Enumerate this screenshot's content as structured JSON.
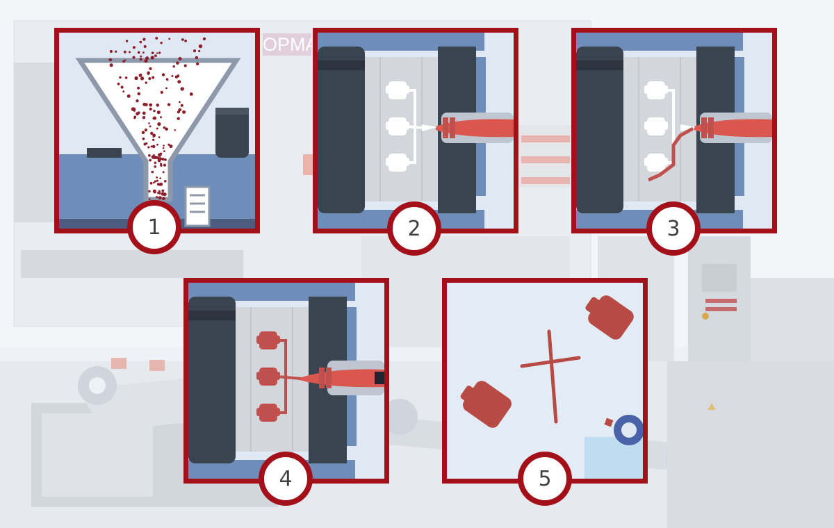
{
  "background_watermark": "OPMA",
  "colors": {
    "frame": "#a3101a",
    "plastic": "#c0504d",
    "machine_dark": "#3a4350",
    "machine_blue": "#6e8db8",
    "sky": "#dfe8f3",
    "mold_gray": "#d3d7dc"
  },
  "steps": [
    {
      "number": "1",
      "icon": "hopper-pellets-icon"
    },
    {
      "number": "2",
      "icon": "empty-mold-icon"
    },
    {
      "number": "3",
      "icon": "partially-filled-mold-icon"
    },
    {
      "number": "4",
      "icon": "filled-mold-icon"
    },
    {
      "number": "5",
      "icon": "ejected-parts-icon"
    }
  ]
}
